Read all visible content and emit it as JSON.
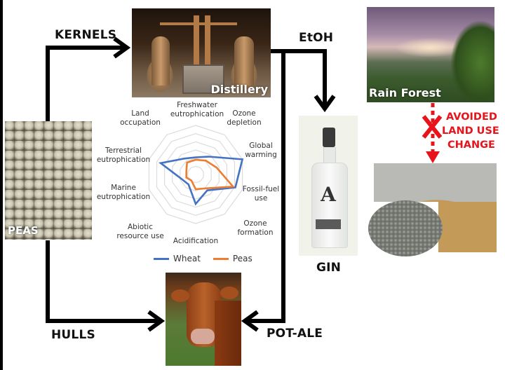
{
  "flow_labels": {
    "kernels": "KERNELS",
    "etoh": "EtOH",
    "hulls": "HULLS",
    "pot_ale": "POT-ALE",
    "gin": "GIN"
  },
  "photos": {
    "distillery": "Distillery",
    "rain_forest": "Rain Forest",
    "peas": "PEAS"
  },
  "land_use": {
    "line1": "AVOIDED",
    "line2": "LAND USE",
    "line3": "CHANGE",
    "color": "#e8141b"
  },
  "chart_data": {
    "type": "radar",
    "title": "",
    "axes": [
      "Freshwater eutrophication",
      "Ozone depletion",
      "Global warming",
      "Fossil-fuel use",
      "Ozone formation",
      "Acidification",
      "Abiotic resource use",
      "Marine eutrophication",
      "Terrestrial eutrophication",
      "Land occupation"
    ],
    "series": [
      {
        "name": "Wheat",
        "color": "#4472c4",
        "values": [
          0.35,
          0.45,
          1.0,
          0.85,
          0.4,
          0.6,
          0.25,
          0.3,
          0.75,
          0.4
        ]
      },
      {
        "name": "Peas",
        "color": "#ed7d31",
        "values": [
          0.3,
          0.35,
          0.45,
          0.8,
          0.35,
          0.3,
          0.15,
          0.2,
          0.2,
          0.3
        ]
      }
    ],
    "rings": 6,
    "range": [
      0,
      1
    ],
    "legend_position": "bottom",
    "grid": true
  },
  "chart_labels": {
    "freshwater": [
      "Freshwater",
      "eutrophication"
    ],
    "ozone_depletion": [
      "Ozone",
      "depletion"
    ],
    "global_warming": [
      "Global",
      "warming"
    ],
    "fossil_fuel": [
      "Fossil-fuel",
      "use"
    ],
    "ozone_formation": [
      "Ozone",
      "formation"
    ],
    "acidification": [
      "Acidification"
    ],
    "abiotic": [
      "Abiotic",
      "resource use"
    ],
    "marine": [
      "Marine",
      "eutrophication"
    ],
    "terrestrial": [
      "Terrestrial",
      "eutrophication"
    ],
    "land_occupation": [
      "Land",
      "occupation"
    ]
  },
  "legend": {
    "wheat": "Wheat",
    "peas": "Peas"
  }
}
